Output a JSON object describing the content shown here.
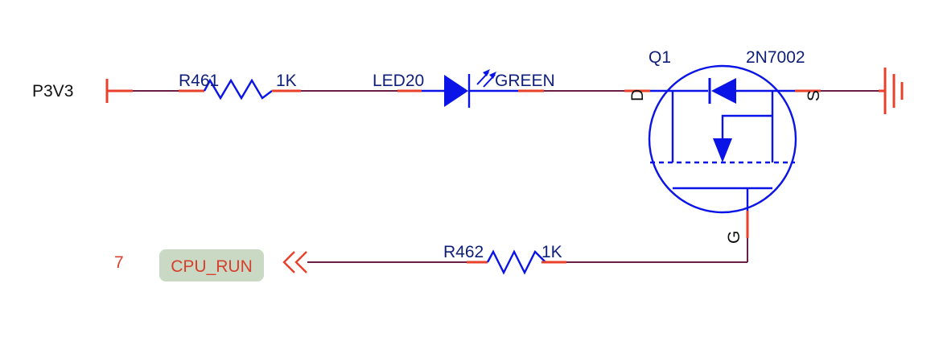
{
  "colors": {
    "wire": "#6b1d45",
    "pin": "#e8402a",
    "symbol": "#0a14e6",
    "designator": "#10207a",
    "port_fill": "#c9d9c4",
    "port_text": "#d6402c",
    "text_dark": "#111111"
  },
  "power": {
    "label": "P3V3"
  },
  "r461": {
    "ref": "R461",
    "value": "1K"
  },
  "led20": {
    "ref": "LED20",
    "value": "GREEN"
  },
  "q1": {
    "ref": "Q1",
    "part": "2N7002",
    "pin_d": "D",
    "pin_s": "S",
    "pin_g": "G"
  },
  "r462": {
    "ref": "R462",
    "value": "1K"
  },
  "port": {
    "number": "7",
    "name": "CPU_RUN"
  },
  "icons": [
    "ground-symbol",
    "power-bar",
    "off-page-connector-icon",
    "led-emission-arrows"
  ]
}
